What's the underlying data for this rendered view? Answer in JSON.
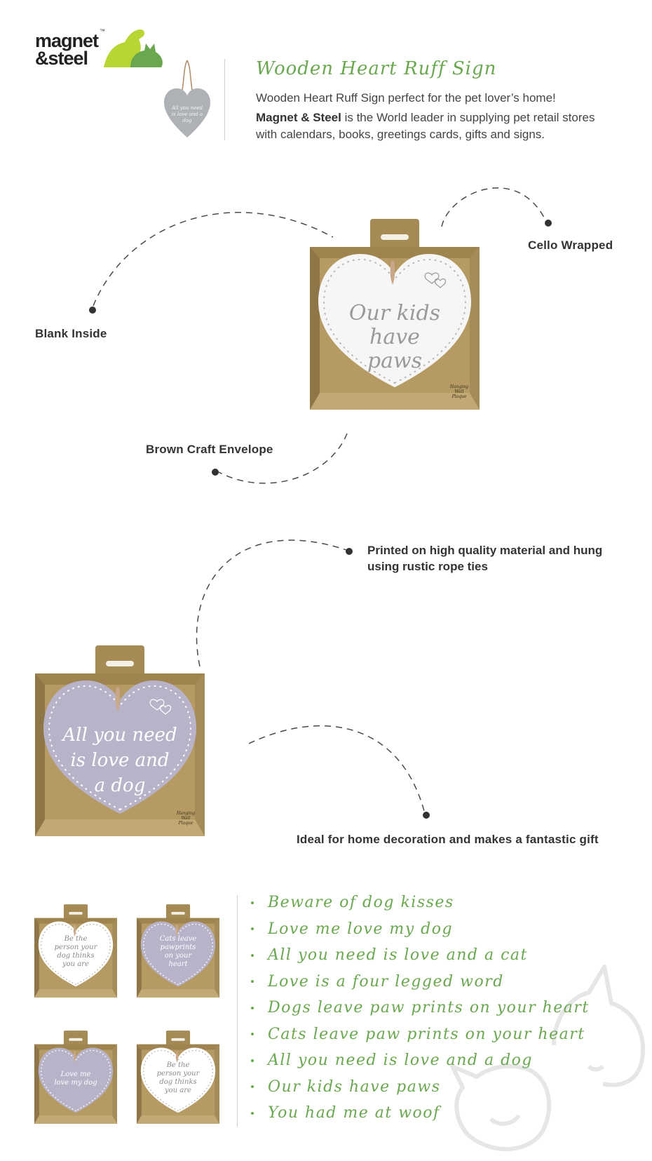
{
  "brand": {
    "line1": "magnet",
    "line2": "&steel",
    "tm": "™"
  },
  "header": {
    "title": "Wooden Heart Ruff Sign",
    "description": "Wooden Heart Ruff Sign perfect for the pet lover’s home!",
    "brand_name": "Magnet & Steel",
    "brand_description": " is the World leader in supplying pet retail stores with calendars, books, greetings cards, gifts and signs."
  },
  "thumbnail_text": "All you need is love and a dog",
  "feature1": {
    "product_text_lines": [
      "Our kids",
      "have",
      "paws"
    ],
    "tag_text": "Hanging Wall Plaque",
    "labels": {
      "cello": "Cello Wrapped",
      "blank": "Blank Inside",
      "envelope": "Brown Craft Envelope"
    }
  },
  "feature2": {
    "product_text_lines": [
      "All you need",
      "is love and",
      "a dog"
    ],
    "tag_text": "Hanging Wall Plaque",
    "labels": {
      "printed": "Printed on high quality material and hung using rustic rope ties",
      "ideal": "Ideal for home decoration and makes a fantastic gift"
    }
  },
  "range": {
    "thumbnails": [
      {
        "lines": [
          "Be the",
          "person your",
          "dog thinks",
          "you are"
        ],
        "color": "#ffffff"
      },
      {
        "lines": [
          "Cats leave",
          "pawprints",
          "on your",
          "heart"
        ],
        "color": "#b9b3c9"
      },
      {
        "lines": [
          "Love me",
          "love my dog"
        ],
        "color": "#b9b3c9"
      },
      {
        "lines": [
          "Be the",
          "person your",
          "dog thinks",
          "you are"
        ],
        "color": "#ffffff"
      }
    ],
    "phrases": [
      "Beware of dog kisses",
      "Love me love my dog",
      "All you need is love and a cat",
      "Love is a four legged word",
      "Dogs leave paw prints on your heart",
      "Cats leave paw prints on your heart",
      "All you need is love and a dog",
      "Our kids have paws",
      "You had me at woof"
    ]
  },
  "colors": {
    "accent_green": "#6aa84f",
    "kraft": "#b59a63",
    "kraft_dark": "#8f7648",
    "lilac": "#b9b3c9",
    "grey_heart": "#aeb2b6"
  }
}
